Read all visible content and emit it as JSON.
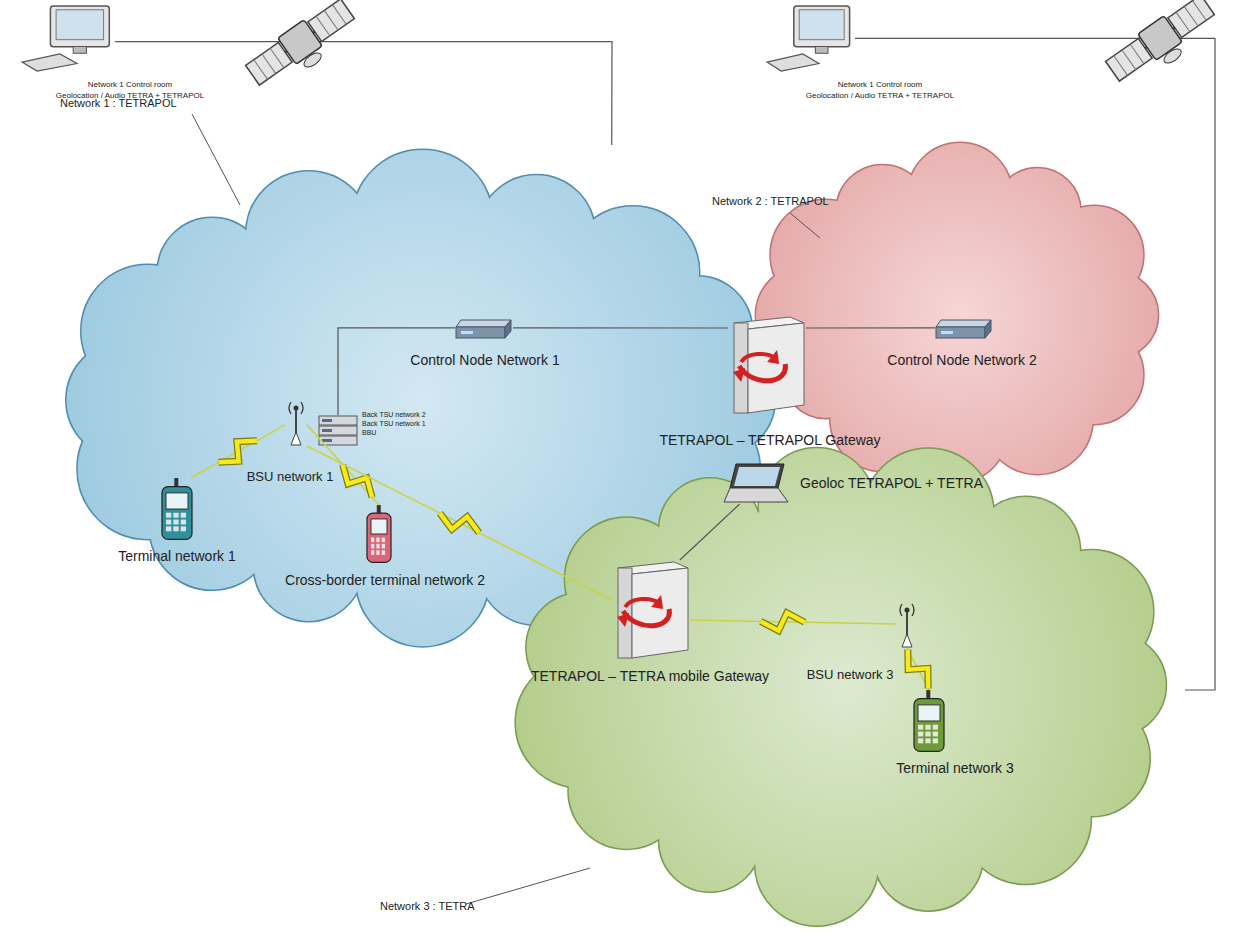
{
  "diagram": {
    "nodes": [
      {
        "text": [
          "Network 1 Control room",
          "Geolocation / Audio TETRA + TETRAPOL"
        ]
      },
      {
        "text": [
          "Network 1 Control room",
          "Geolocation / Audio TETRA + TETRAPOL"
        ]
      },
      {
        "text": [
          "Network 1 : TETRAPOL"
        ]
      },
      {
        "text": [
          "Network 2 : TETRAPOL"
        ]
      },
      {
        "text": [
          "Network 3 : TETRA"
        ]
      },
      {
        "text": [
          "Control Node Network 1"
        ],
        "in": 2
      },
      {
        "text": [
          "Control Node Network 2"
        ],
        "in": 3
      },
      {
        "text": [
          "Back TSU network 2",
          "Back TSU network 1",
          "BBU"
        ],
        "in": 2
      },
      {
        "text": [
          "BSU network 1"
        ],
        "in": 2
      },
      {
        "text": [
          "Terminal network 1"
        ],
        "in": 2
      },
      {
        "text": [
          "Cross-border terminal network 2"
        ],
        "in": 2
      },
      {
        "text": [
          "TETRAPOL – TETRAPOL Gateway"
        ]
      },
      {
        "text": [
          "Geoloc TETRAPOL + TETRA"
        ]
      },
      {
        "text": [
          "TETRAPOL – TETRA  mobile Gateway"
        ]
      },
      {
        "text": [
          "BSU network 3"
        ],
        "in": 4
      },
      {
        "text": [
          "Terminal network 3"
        ],
        "in": 4
      }
    ],
    "edges": [
      {
        "from": 0,
        "to": 2,
        "arrow": "none"
      },
      {
        "from": 1,
        "to": 4,
        "arrow": "none"
      },
      {
        "from": 5,
        "to": 7,
        "arrow": "none"
      },
      {
        "from": 5,
        "to": 11,
        "arrow": "none"
      },
      {
        "from": 11,
        "to": 6,
        "arrow": "none"
      },
      {
        "from": 8,
        "to": 9,
        "arrow": "none"
      },
      {
        "from": 8,
        "to": 10,
        "arrow": "none"
      },
      {
        "from": 8,
        "to": 13,
        "arrow": "none"
      },
      {
        "from": 13,
        "to": 12,
        "arrow": "none"
      },
      {
        "from": 13,
        "to": 14,
        "arrow": "none"
      },
      {
        "from": 14,
        "to": 15,
        "arrow": "none"
      }
    ]
  }
}
